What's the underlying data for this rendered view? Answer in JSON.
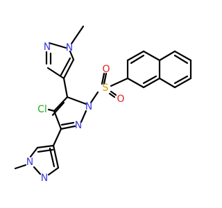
{
  "colors": {
    "bond": "#000000",
    "nitrogen": "#3a3ae0",
    "chlorine": "#1db01d",
    "sulfur": "#c8a000",
    "oxygen": "#e02020"
  },
  "atoms": {
    "n_top_methyl_pyrazole_n1": "N",
    "n_top_methyl_pyrazole_n2": "N",
    "n_core_n1": "N",
    "n_core_n2": "N",
    "n_bottom_methyl_pyrazole_n1": "N",
    "n_bottom_methyl_pyrazole_n2": "N",
    "chlorine": "Cl",
    "sulfur": "S",
    "oxygen_top": "O",
    "oxygen_bottom": "O"
  }
}
